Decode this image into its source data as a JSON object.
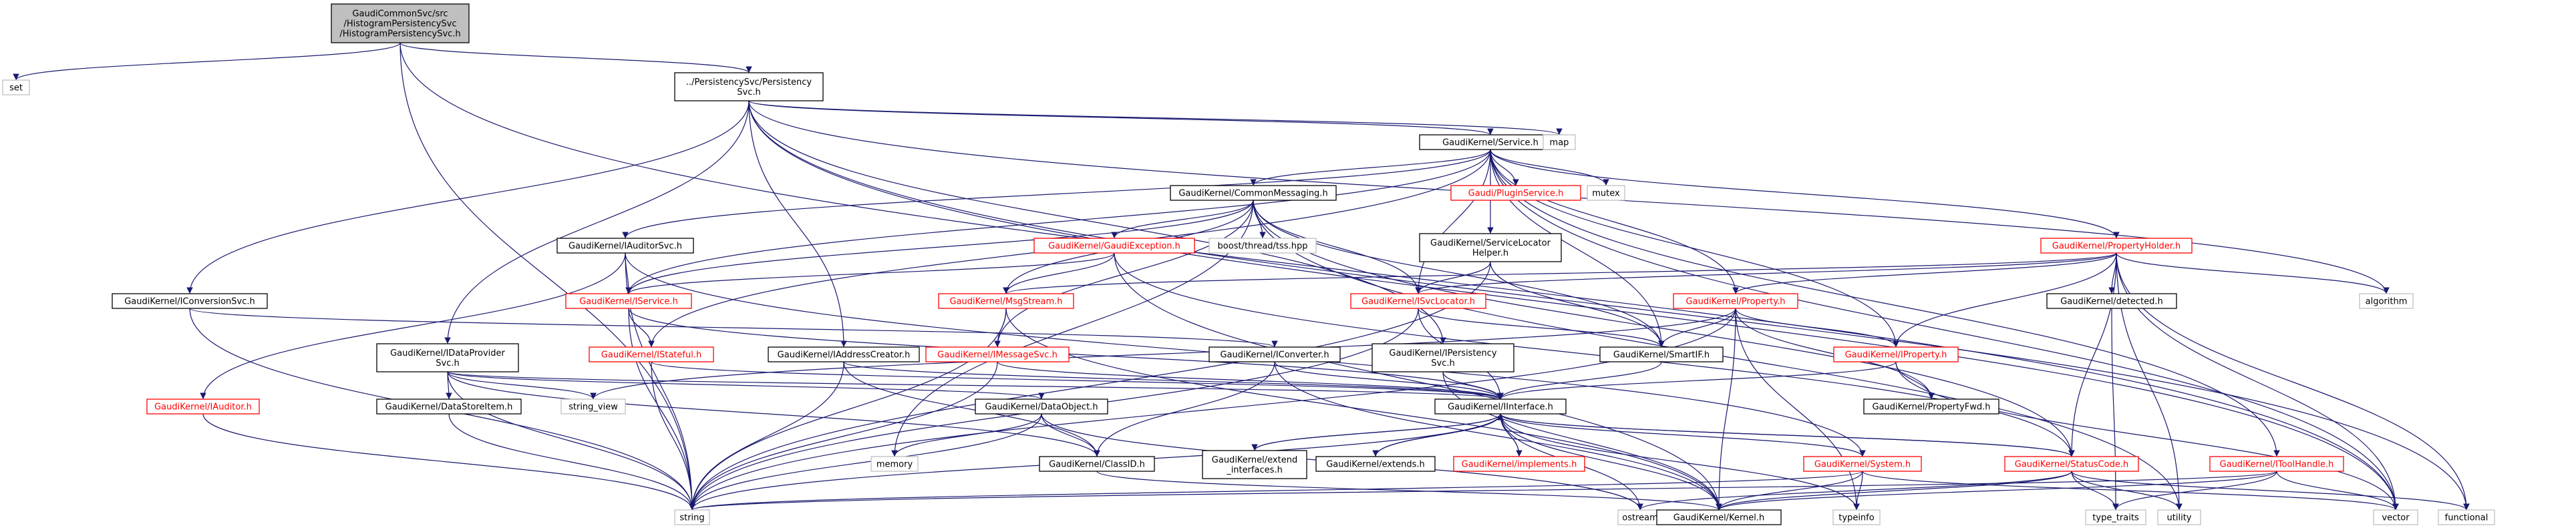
{
  "colors": {
    "root_fill": "#bfbfbf",
    "root_stroke": "#000000",
    "documented_stroke": "#000000",
    "undocumented_stroke": "#ff0000",
    "external_stroke": "#bfbfbf",
    "edge": "#191970",
    "text": "#000000",
    "red_text": "#ff0000"
  },
  "nodes": [
    {
      "id": "root",
      "kind": "root",
      "lines": [
        "GaudiCommonSvc/src",
        "/HistogramPersistencySvc",
        "/HistogramPersistencySvc.h"
      ]
    },
    {
      "id": "set",
      "kind": "external",
      "lines": [
        "set"
      ]
    },
    {
      "id": "persvc",
      "kind": "doc",
      "lines": [
        "../PersistencySvc/Persistency",
        "Svc.h"
      ]
    },
    {
      "id": "service",
      "kind": "doc",
      "lines": [
        "GaudiKernel/Service.h"
      ]
    },
    {
      "id": "map",
      "kind": "external",
      "lines": [
        "map"
      ]
    },
    {
      "id": "commsg",
      "kind": "doc",
      "lines": [
        "GaudiKernel/CommonMessaging.h"
      ]
    },
    {
      "id": "pluginsvc",
      "kind": "red",
      "lines": [
        "Gaudi/PluginService.h"
      ]
    },
    {
      "id": "mutex",
      "kind": "external",
      "lines": [
        "mutex"
      ]
    },
    {
      "id": "propholder",
      "kind": "red",
      "lines": [
        "GaudiKernel/PropertyHolder.h"
      ]
    },
    {
      "id": "iauditorsvc",
      "kind": "doc",
      "lines": [
        "GaudiKernel/IAuditorSvc.h"
      ]
    },
    {
      "id": "gaudiexc",
      "kind": "red",
      "lines": [
        "GaudiKernel/GaudiException.h"
      ]
    },
    {
      "id": "tss",
      "kind": "external",
      "lines": [
        "boost/thread/tss.hpp"
      ]
    },
    {
      "id": "svclochelper",
      "kind": "doc",
      "lines": [
        "GaudiKernel/ServiceLocator",
        "Helper.h"
      ]
    },
    {
      "id": "iconvsvc",
      "kind": "doc",
      "lines": [
        "GaudiKernel/IConversionSvc.h"
      ]
    },
    {
      "id": "iservice",
      "kind": "red",
      "lines": [
        "GaudiKernel/IService.h"
      ]
    },
    {
      "id": "msgstream",
      "kind": "red",
      "lines": [
        "GaudiKernel/MsgStream.h"
      ]
    },
    {
      "id": "isvclocator",
      "kind": "red",
      "lines": [
        "GaudiKernel/ISvcLocator.h"
      ]
    },
    {
      "id": "property",
      "kind": "red",
      "lines": [
        "GaudiKernel/Property.h"
      ]
    },
    {
      "id": "detected",
      "kind": "doc",
      "lines": [
        "GaudiKernel/detected.h"
      ]
    },
    {
      "id": "algorithm",
      "kind": "external",
      "lines": [
        "algorithm"
      ]
    },
    {
      "id": "idataprov",
      "kind": "doc",
      "lines": [
        "GaudiKernel/IDataProvider",
        "Svc.h"
      ]
    },
    {
      "id": "istateful",
      "kind": "red",
      "lines": [
        "GaudiKernel/IStateful.h"
      ]
    },
    {
      "id": "iaddrcreator",
      "kind": "doc",
      "lines": [
        "GaudiKernel/IAddressCreator.h"
      ]
    },
    {
      "id": "iconverter",
      "kind": "doc",
      "lines": [
        "GaudiKernel/IConverter.h"
      ]
    },
    {
      "id": "ipersistency",
      "kind": "doc",
      "lines": [
        "GaudiKernel/IPersistency",
        "Svc.h"
      ]
    },
    {
      "id": "smartif",
      "kind": "doc",
      "lines": [
        "GaudiKernel/SmartIF.h"
      ]
    },
    {
      "id": "iproperty",
      "kind": "red",
      "lines": [
        "GaudiKernel/IProperty.h"
      ]
    },
    {
      "id": "iauditor",
      "kind": "red",
      "lines": [
        "GaudiKernel/IAuditor.h"
      ]
    },
    {
      "id": "datastoreitem",
      "kind": "doc",
      "lines": [
        "GaudiKernel/DataStoreItem.h"
      ]
    },
    {
      "id": "stringview",
      "kind": "external",
      "lines": [
        "string_view"
      ]
    },
    {
      "id": "imessagesvc",
      "kind": "red",
      "lines": [
        "GaudiKernel/IMessageSvc.h"
      ]
    },
    {
      "id": "dataobject",
      "kind": "doc",
      "lines": [
        "GaudiKernel/DataObject.h"
      ]
    },
    {
      "id": "iinterface",
      "kind": "doc",
      "lines": [
        "GaudiKernel/IInterface.h"
      ]
    },
    {
      "id": "propfwd",
      "kind": "doc",
      "lines": [
        "GaudiKernel/PropertyFwd.h"
      ]
    },
    {
      "id": "memory",
      "kind": "external",
      "lines": [
        "memory"
      ]
    },
    {
      "id": "classid",
      "kind": "doc",
      "lines": [
        "GaudiKernel/ClassID.h"
      ]
    },
    {
      "id": "extendif",
      "kind": "doc",
      "lines": [
        "GaudiKernel/extend",
        "_interfaces.h"
      ]
    },
    {
      "id": "extends",
      "kind": "doc",
      "lines": [
        "GaudiKernel/extends.h"
      ]
    },
    {
      "id": "implements",
      "kind": "red",
      "lines": [
        "GaudiKernel/implements.h"
      ]
    },
    {
      "id": "system",
      "kind": "red",
      "lines": [
        "GaudiKernel/System.h"
      ]
    },
    {
      "id": "statuscode",
      "kind": "red",
      "lines": [
        "GaudiKernel/StatusCode.h"
      ]
    },
    {
      "id": "ifoolhandle",
      "kind": "red",
      "lines": [
        "GaudiKernel/IToolHandle.h"
      ]
    },
    {
      "id": "string",
      "kind": "external",
      "lines": [
        "string"
      ]
    },
    {
      "id": "ostream",
      "kind": "external",
      "lines": [
        "ostream"
      ]
    },
    {
      "id": "kernel",
      "kind": "doc",
      "lines": [
        "GaudiKernel/Kernel.h"
      ]
    },
    {
      "id": "typeinfo",
      "kind": "external",
      "lines": [
        "typeinfo"
      ]
    },
    {
      "id": "typetraits",
      "kind": "external",
      "lines": [
        "type_traits"
      ]
    },
    {
      "id": "utility",
      "kind": "external",
      "lines": [
        "utility"
      ]
    },
    {
      "id": "vector",
      "kind": "external",
      "lines": [
        "vector"
      ]
    },
    {
      "id": "functional",
      "kind": "external",
      "lines": [
        "functional"
      ]
    }
  ],
  "edges": [
    [
      "root",
      "set"
    ],
    [
      "root",
      "persvc"
    ],
    [
      "root",
      "string"
    ],
    [
      "root",
      "vector"
    ],
    [
      "persvc",
      "service"
    ],
    [
      "persvc",
      "map"
    ],
    [
      "persvc",
      "iconvsvc"
    ],
    [
      "persvc",
      "idataprov"
    ],
    [
      "persvc",
      "iaddrcreator"
    ],
    [
      "persvc",
      "ipersistency"
    ],
    [
      "persvc",
      "vector"
    ],
    [
      "persvc",
      "algorithm"
    ],
    [
      "persvc",
      "functional"
    ],
    [
      "service",
      "commsg"
    ],
    [
      "service",
      "pluginsvc"
    ],
    [
      "service",
      "mutex"
    ],
    [
      "service",
      "propholder"
    ],
    [
      "service",
      "iauditorsvc"
    ],
    [
      "service",
      "iservice"
    ],
    [
      "service",
      "svclochelper"
    ],
    [
      "service",
      "isvclocator"
    ],
    [
      "service",
      "property"
    ],
    [
      "service",
      "smartif"
    ],
    [
      "service",
      "iproperty"
    ],
    [
      "service",
      "istateful"
    ],
    [
      "service",
      "ifoolhandle"
    ],
    [
      "service",
      "vector"
    ],
    [
      "commsg",
      "gaudiexc"
    ],
    [
      "commsg",
      "tss"
    ],
    [
      "commsg",
      "msgstream"
    ],
    [
      "commsg",
      "imessagesvc"
    ],
    [
      "commsg",
      "isvclocator"
    ],
    [
      "commsg",
      "smartif"
    ],
    [
      "commsg",
      "iservice"
    ],
    [
      "commsg",
      "memory"
    ],
    [
      "commsg",
      "utility"
    ],
    [
      "commsg",
      "statuscode"
    ],
    [
      "propholder",
      "property"
    ],
    [
      "propholder",
      "iproperty"
    ],
    [
      "propholder",
      "detected"
    ],
    [
      "propholder",
      "algorithm"
    ],
    [
      "propholder",
      "msgstream"
    ],
    [
      "propholder",
      "isvclocator"
    ],
    [
      "propholder",
      "functional"
    ],
    [
      "propholder",
      "utility"
    ],
    [
      "propholder",
      "vector"
    ],
    [
      "propholder",
      "statuscode"
    ],
    [
      "iauditorsvc",
      "iservice"
    ],
    [
      "iauditorsvc",
      "iauditor"
    ],
    [
      "iauditorsvc",
      "string"
    ],
    [
      "iauditorsvc",
      "system"
    ],
    [
      "gaudiexc",
      "iservice"
    ],
    [
      "gaudiexc",
      "msgstream"
    ],
    [
      "gaudiexc",
      "statuscode"
    ],
    [
      "gaudiexc",
      "kernel"
    ],
    [
      "svclochelper",
      "isvclocator"
    ],
    [
      "svclochelper",
      "smartif"
    ],
    [
      "svclochelper",
      "string"
    ],
    [
      "iconvsvc",
      "iconverter"
    ],
    [
      "iconvsvc",
      "string"
    ],
    [
      "iservice",
      "istateful"
    ],
    [
      "iservice",
      "iinterface"
    ],
    [
      "iservice",
      "string"
    ],
    [
      "msgstream",
      "imessagesvc"
    ],
    [
      "msgstream",
      "string"
    ],
    [
      "msgstream",
      "kernel"
    ],
    [
      "isvclocator",
      "iinterface"
    ],
    [
      "isvclocator",
      "smartif"
    ],
    [
      "isvclocator",
      "string"
    ],
    [
      "property",
      "iproperty"
    ],
    [
      "property",
      "propfwd"
    ],
    [
      "property",
      "smartif"
    ],
    [
      "property",
      "string"
    ],
    [
      "property",
      "stringview"
    ],
    [
      "property",
      "kernel"
    ],
    [
      "property",
      "typeinfo"
    ],
    [
      "detected",
      "typetraits"
    ],
    [
      "idataprov",
      "datastoreitem"
    ],
    [
      "idataprov",
      "dataobject"
    ],
    [
      "idataprov",
      "iinterface"
    ],
    [
      "idataprov",
      "string"
    ],
    [
      "idataprov",
      "stringview"
    ],
    [
      "idataprov",
      "classid"
    ],
    [
      "istateful",
      "iinterface"
    ],
    [
      "istateful",
      "string"
    ],
    [
      "iaddrcreator",
      "iinterface"
    ],
    [
      "iaddrcreator",
      "classid"
    ],
    [
      "iaddrcreator",
      "string"
    ],
    [
      "iconverter",
      "iinterface"
    ],
    [
      "iconverter",
      "classid"
    ],
    [
      "iconverter",
      "kernel"
    ],
    [
      "ipersistency",
      "iinterface"
    ],
    [
      "ipersistency",
      "kernel"
    ],
    [
      "smartif",
      "iinterface"
    ],
    [
      "iproperty",
      "iinterface"
    ],
    [
      "iproperty",
      "propfwd"
    ],
    [
      "iproperty",
      "vector"
    ],
    [
      "iauditor",
      "string"
    ],
    [
      "datastoreitem",
      "string"
    ],
    [
      "imessagesvc",
      "iinterface"
    ],
    [
      "imessagesvc",
      "string"
    ],
    [
      "dataobject",
      "classid"
    ],
    [
      "dataobject",
      "memory"
    ],
    [
      "dataobject",
      "string"
    ],
    [
      "dataobject",
      "ostream"
    ],
    [
      "iinterface",
      "extendif"
    ],
    [
      "iinterface",
      "extends"
    ],
    [
      "iinterface",
      "implements"
    ],
    [
      "iinterface",
      "system"
    ],
    [
      "iinterface",
      "statuscode"
    ],
    [
      "iinterface",
      "kernel"
    ],
    [
      "iinterface",
      "ostream"
    ],
    [
      "iinterface",
      "typeinfo"
    ],
    [
      "iinterface",
      "string"
    ],
    [
      "extendif",
      "iinterface"
    ],
    [
      "extends",
      "iinterface"
    ],
    [
      "implements",
      "iinterface"
    ],
    [
      "classid",
      "kernel"
    ],
    [
      "system",
      "kernel"
    ],
    [
      "system",
      "string"
    ],
    [
      "system",
      "vector"
    ],
    [
      "system",
      "typeinfo"
    ],
    [
      "statuscode",
      "kernel"
    ],
    [
      "statuscode",
      "ostream"
    ],
    [
      "statuscode",
      "typetraits"
    ],
    [
      "statuscode",
      "utility"
    ],
    [
      "statuscode",
      "functional"
    ],
    [
      "statuscode",
      "iinterface"
    ],
    [
      "ifoolhandle",
      "kernel"
    ],
    [
      "ifoolhandle",
      "string"
    ],
    [
      "ifoolhandle",
      "vector"
    ],
    [
      "ifoolhandle",
      "typetraits"
    ]
  ]
}
